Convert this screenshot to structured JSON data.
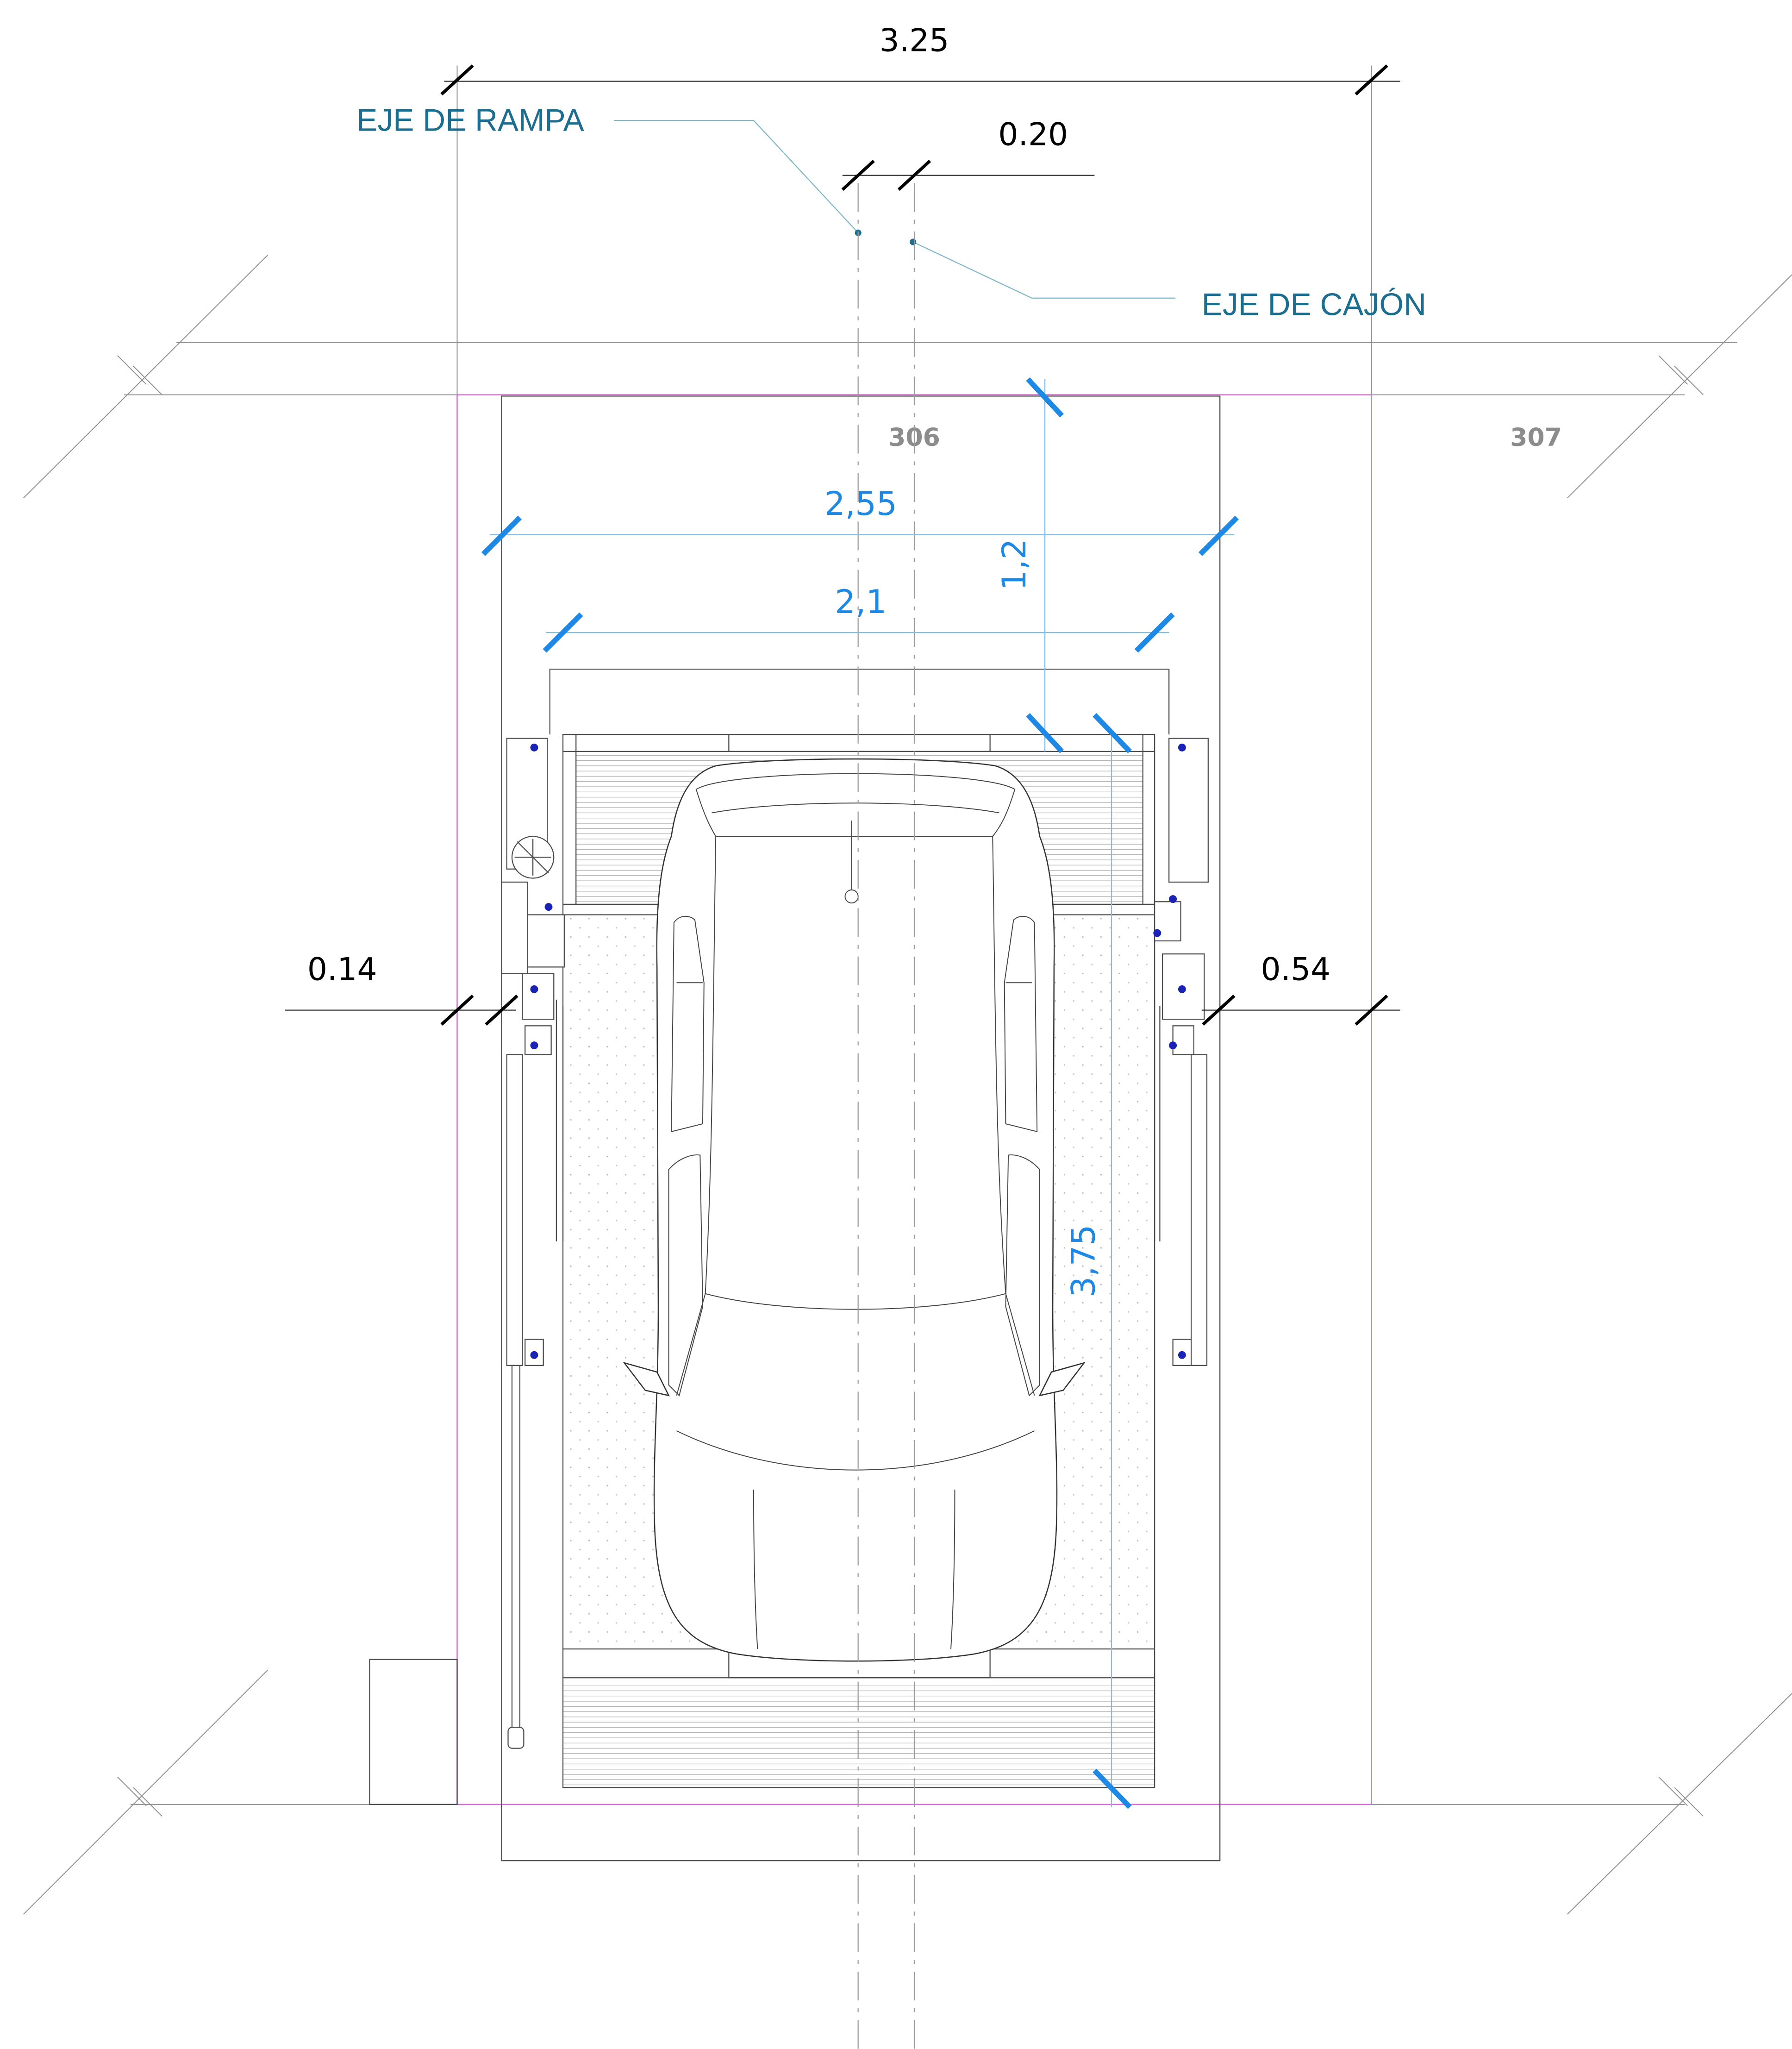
{
  "drawing": {
    "overall_width": "3.25",
    "axis_offset": "0.20",
    "left_clearance": "0.14",
    "right_clearance": "0.54"
  },
  "axes": {
    "ramp_axis": "EJE DE RAMPA",
    "bay_axis": "EJE DE CAJÓN"
  },
  "spaces": {
    "left": "306",
    "right": "307"
  },
  "lift_dimensions": {
    "pit_width": "2,55",
    "platform_width": "2,1",
    "front_clearance": "1,2",
    "platform_length": "3,75"
  },
  "colors": {
    "dim-black": "#000000",
    "dim-blue": "#1e88e5",
    "axis-label": "#1b6e8f",
    "space-number": "#8c8c8c",
    "bay-boundary": "#e26ad8",
    "linework": "#4d4d4d",
    "anchor-dot": "#1a23b5"
  }
}
